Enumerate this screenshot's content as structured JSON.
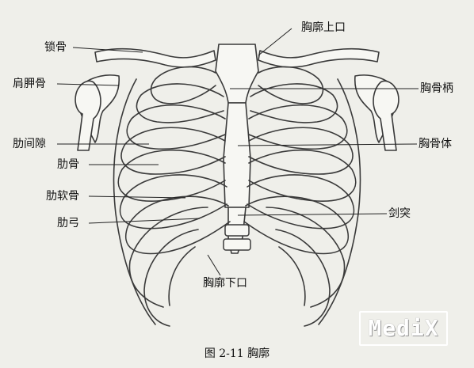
{
  "labels": {
    "clavicle": "锁骨",
    "scapula": "肩胛骨",
    "intercostal_space": "肋间隙",
    "rib": "肋骨",
    "costal_cartilage": "肋软骨",
    "costal_arch": "肋弓",
    "superior_aperture": "胸廓上口",
    "manubrium": "胸骨柄",
    "sternum_body": "胸骨体",
    "xiphoid": "剑突",
    "inferior_aperture": "胸廓下口"
  },
  "caption": "图 2-11  胸廓",
  "watermark": "MedіX",
  "colors": {
    "background": "#efefea",
    "bone_fill": "#f7f7f3",
    "outline": "#3a3a3a"
  }
}
